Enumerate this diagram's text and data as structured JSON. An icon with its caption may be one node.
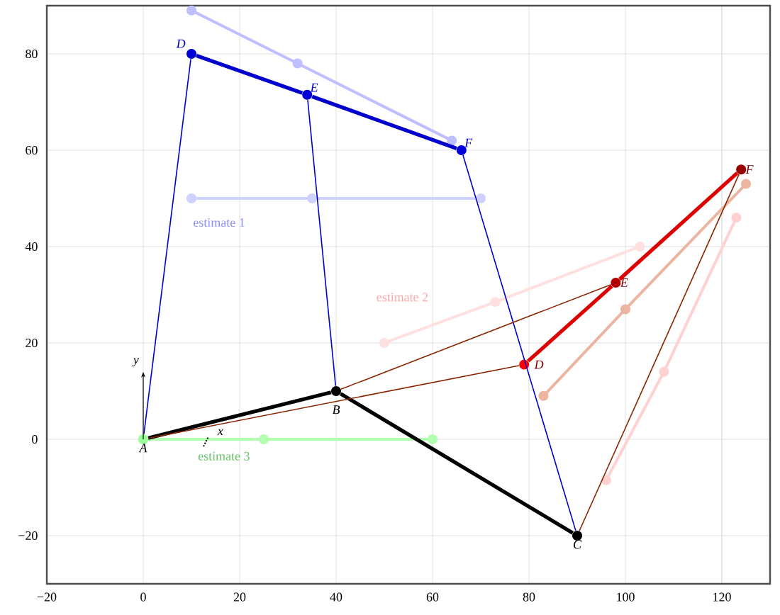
{
  "diagram": {
    "nodes": [
      {
        "text": [],
        "shape": "circle",
        "beside": [
          "A"
        ]
      },
      {
        "text": [],
        "shape": "circle",
        "beside": [
          "B"
        ]
      },
      {
        "text": [],
        "shape": "circle",
        "beside": [
          "C"
        ]
      },
      {
        "text": [],
        "shape": "circle",
        "beside": [
          "D"
        ]
      },
      {
        "text": [],
        "shape": "circle",
        "beside": [
          "E"
        ]
      },
      {
        "text": [],
        "shape": "circle",
        "beside": [
          "F"
        ]
      },
      {
        "text": [],
        "shape": "circle",
        "beside": [
          "D"
        ]
      },
      {
        "text": [],
        "shape": "circle",
        "beside": [
          "E"
        ]
      },
      {
        "text": [],
        "shape": "circle",
        "beside": [
          "F"
        ]
      }
    ],
    "edges": [
      {
        "from": 0,
        "to": 1,
        "arrow": "none",
        "style": "thick",
        "color": "#000000"
      },
      {
        "from": 1,
        "to": 2,
        "arrow": "none",
        "style": "thick",
        "color": "#000000"
      },
      {
        "from": 0,
        "to": 3,
        "arrow": "none",
        "color": "#0000cc"
      },
      {
        "from": 1,
        "to": 4,
        "arrow": "none",
        "color": "#0000cc"
      },
      {
        "from": 2,
        "to": 5,
        "arrow": "none",
        "color": "#0000cc"
      },
      {
        "from": 3,
        "to": 4,
        "arrow": "none",
        "style": "thick",
        "color": "#0000cc"
      },
      {
        "from": 4,
        "to": 5,
        "arrow": "none",
        "style": "thick",
        "color": "#0000cc"
      },
      {
        "from": 0,
        "to": 6,
        "arrow": "none",
        "color": "#8b2500"
      },
      {
        "from": 1,
        "to": 7,
        "arrow": "none",
        "color": "#8b2500"
      },
      {
        "from": 2,
        "to": 8,
        "arrow": "none",
        "color": "#8b2500"
      },
      {
        "from": 6,
        "to": 7,
        "arrow": "none",
        "style": "thick",
        "color": "#dd0000"
      },
      {
        "from": 7,
        "to": 8,
        "arrow": "none",
        "style": "thick",
        "color": "#dd0000"
      }
    ],
    "labels": [
      "estimate 1",
      "estimate 2",
      "y",
      "x",
      "estimate 3",
      "80",
      "60",
      "40",
      "20",
      "0",
      "−20",
      "−20",
      "0",
      "20",
      "40",
      "60",
      "80",
      "100",
      "120"
    ]
  }
}
